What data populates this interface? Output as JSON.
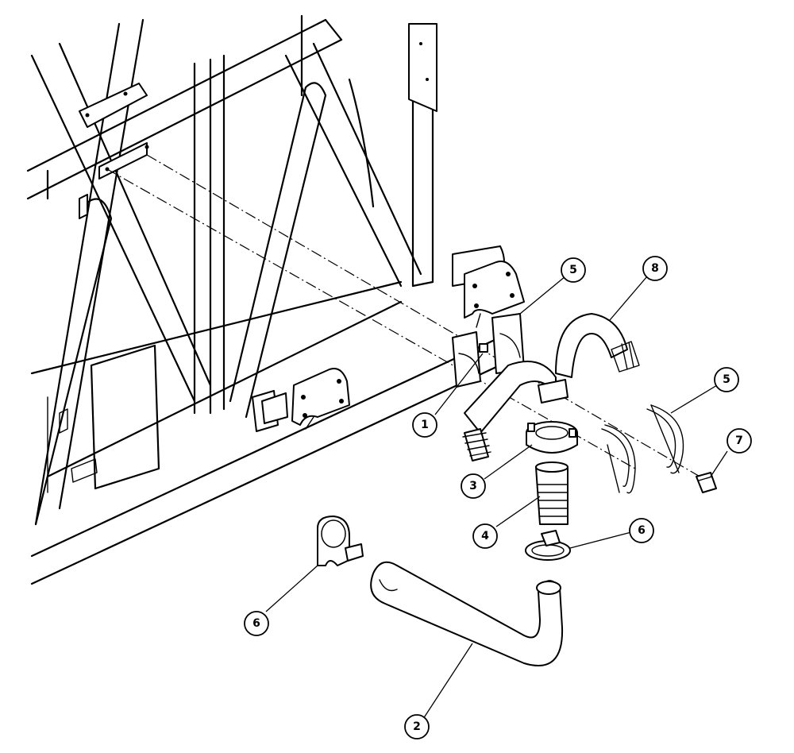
{
  "diagram": {
    "callouts": [
      {
        "id": "c1",
        "label": "1"
      },
      {
        "id": "c2",
        "label": "2"
      },
      {
        "id": "c3",
        "label": "3"
      },
      {
        "id": "c4",
        "label": "4"
      },
      {
        "id": "c5a",
        "label": "5"
      },
      {
        "id": "c5b",
        "label": "5"
      },
      {
        "id": "c6a",
        "label": "6"
      },
      {
        "id": "c6b",
        "label": "6"
      },
      {
        "id": "c7",
        "label": "7"
      },
      {
        "id": "c8",
        "label": "8"
      }
    ]
  }
}
